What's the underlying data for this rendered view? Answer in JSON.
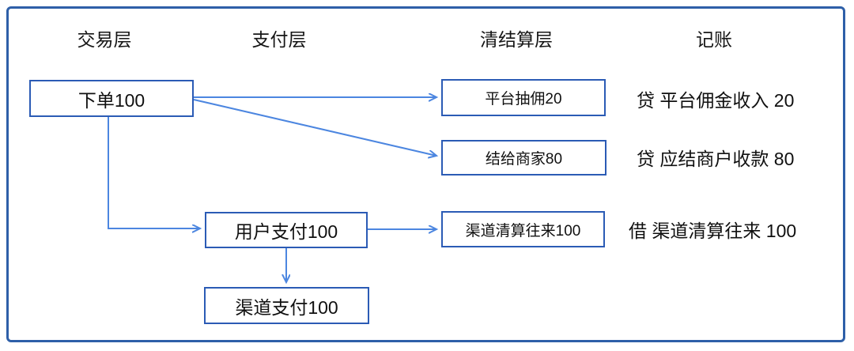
{
  "diagram": {
    "columns": [
      {
        "id": "transaction-layer",
        "label": "交易层"
      },
      {
        "id": "payment-layer",
        "label": "支付层"
      },
      {
        "id": "clearing-settlement-layer",
        "label": "清结算层"
      },
      {
        "id": "bookkeeping",
        "label": "记账"
      }
    ],
    "nodes": [
      {
        "id": "order",
        "label": "下单100",
        "column": "transaction-layer"
      },
      {
        "id": "platform-commission",
        "label": "平台抽佣20",
        "column": "clearing-settlement-layer"
      },
      {
        "id": "merchant-settlement",
        "label": "结给商家80",
        "column": "clearing-settlement-layer"
      },
      {
        "id": "user-payment",
        "label": "用户支付100",
        "column": "payment-layer"
      },
      {
        "id": "channel-clearing",
        "label": "渠道清算往来100",
        "column": "clearing-settlement-layer"
      },
      {
        "id": "channel-payment",
        "label": "渠道支付100",
        "column": "payment-layer"
      }
    ],
    "ledger_entries": [
      {
        "id": "credit-platform-commission-income",
        "text": "贷 平台佣金收入 20"
      },
      {
        "id": "credit-merchant-receivable",
        "text": "贷 应结商户收款 80"
      },
      {
        "id": "debit-channel-clearing",
        "text": "借 渠道清算往来 100"
      }
    ],
    "edges": [
      {
        "from": "order",
        "to": "platform-commission"
      },
      {
        "from": "order",
        "to": "merchant-settlement"
      },
      {
        "from": "order",
        "to": "user-payment"
      },
      {
        "from": "user-payment",
        "to": "channel-clearing"
      },
      {
        "from": "user-payment",
        "to": "channel-payment"
      }
    ],
    "colors": {
      "frame_border": "#2E5FA8",
      "box_border": "#2B5BB5",
      "arrow": "#4C86E0",
      "text": "#101010",
      "background": "#FFFFFF"
    }
  }
}
